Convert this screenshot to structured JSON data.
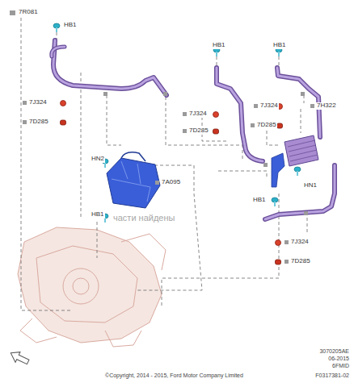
{
  "diagram": {
    "labels": [
      "7R081",
      "HB1",
      "7J324",
      "7D285",
      "HB1",
      "7J324",
      "7D285",
      "HB1",
      "7J324",
      "7D285",
      "7H322",
      "HN2",
      "7A095",
      "HB1",
      "HN1",
      "HB1",
      "7J324",
      "7D285",
      "части найдены",
      "3070205AE",
      "06-2015",
      "6FMID",
      "F0317381-02",
      "©Copyright, 2014 - 2015, Ford Motor Company Limited"
    ]
  }
}
